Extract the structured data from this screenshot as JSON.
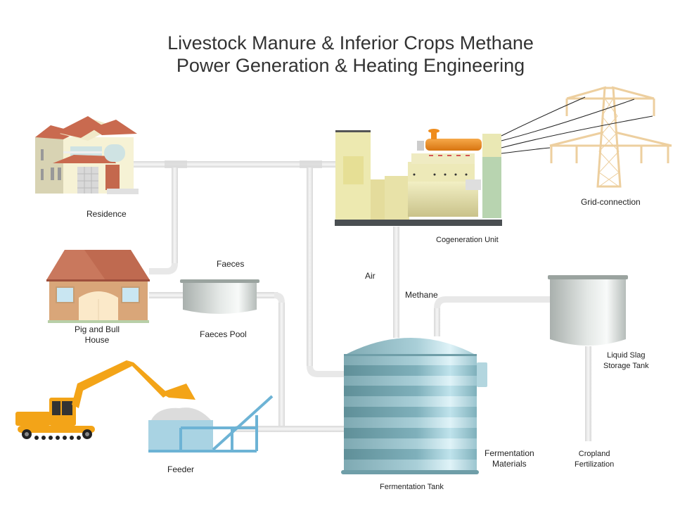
{
  "title": {
    "line1": "Livestock Manure & Inferior Crops Methane",
    "line2": "Power Generation & Heating Engineering"
  },
  "labels": {
    "residence": "Residence",
    "cogeneration_unit": "Cogeneration Unit",
    "grid_connection": "Grid-connection",
    "faeces": "Faeces",
    "pig_bull_house_line1": "Pig and Bull",
    "pig_bull_house_line2": "House",
    "faeces_pool": "Faeces Pool",
    "air": "Air",
    "methane": "Methane",
    "liquid_slag_line1": "Liquid Slag",
    "liquid_slag_line2": "Storage Tank",
    "feeder": "Feeder",
    "fermentation_materials_line1": "Fermentation",
    "fermentation_materials_line2": "Materials",
    "cropland_line1": "Cropland",
    "cropland_line2": "Fertilization",
    "fermentation_tank": "Fermentation Tank"
  },
  "colors": {
    "pipe": "#e6e6e6",
    "pipe_edge": "#d2d2d2",
    "generator": "#ede9b0",
    "exhaust": "#ef8c1c",
    "radiator": "#b8d4b0",
    "base": "#4a4f52",
    "tower": "#edcf9f",
    "roof": "#c0634d",
    "wall": "#d9a679",
    "tank_light": "#b3d6df",
    "tank_dark": "#6f9ea8",
    "steel": "#cfd3d1",
    "excavator": "#f3a418",
    "feeder": "#6db3d5"
  }
}
